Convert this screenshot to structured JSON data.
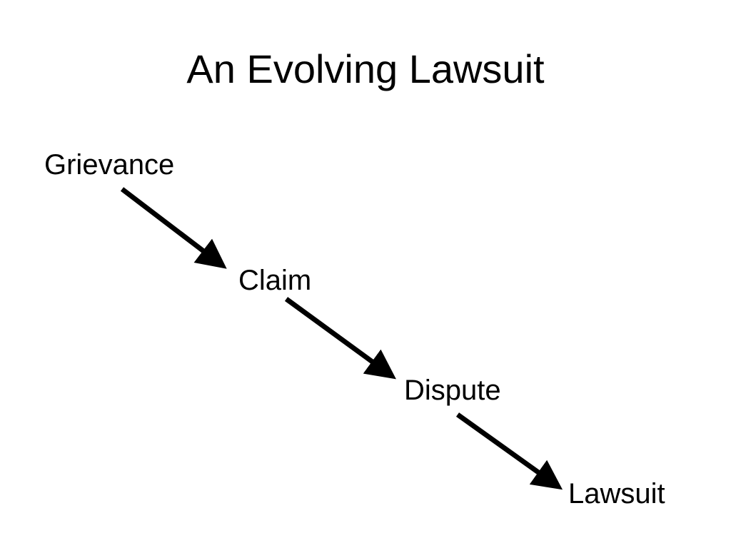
{
  "slide": {
    "title": "An Evolving Lawsuit"
  },
  "flow": {
    "nodes": [
      {
        "label": "Grievance"
      },
      {
        "label": "Claim"
      },
      {
        "label": "Dispute"
      },
      {
        "label": "Lawsuit"
      }
    ],
    "arrow_color": "#000000"
  }
}
